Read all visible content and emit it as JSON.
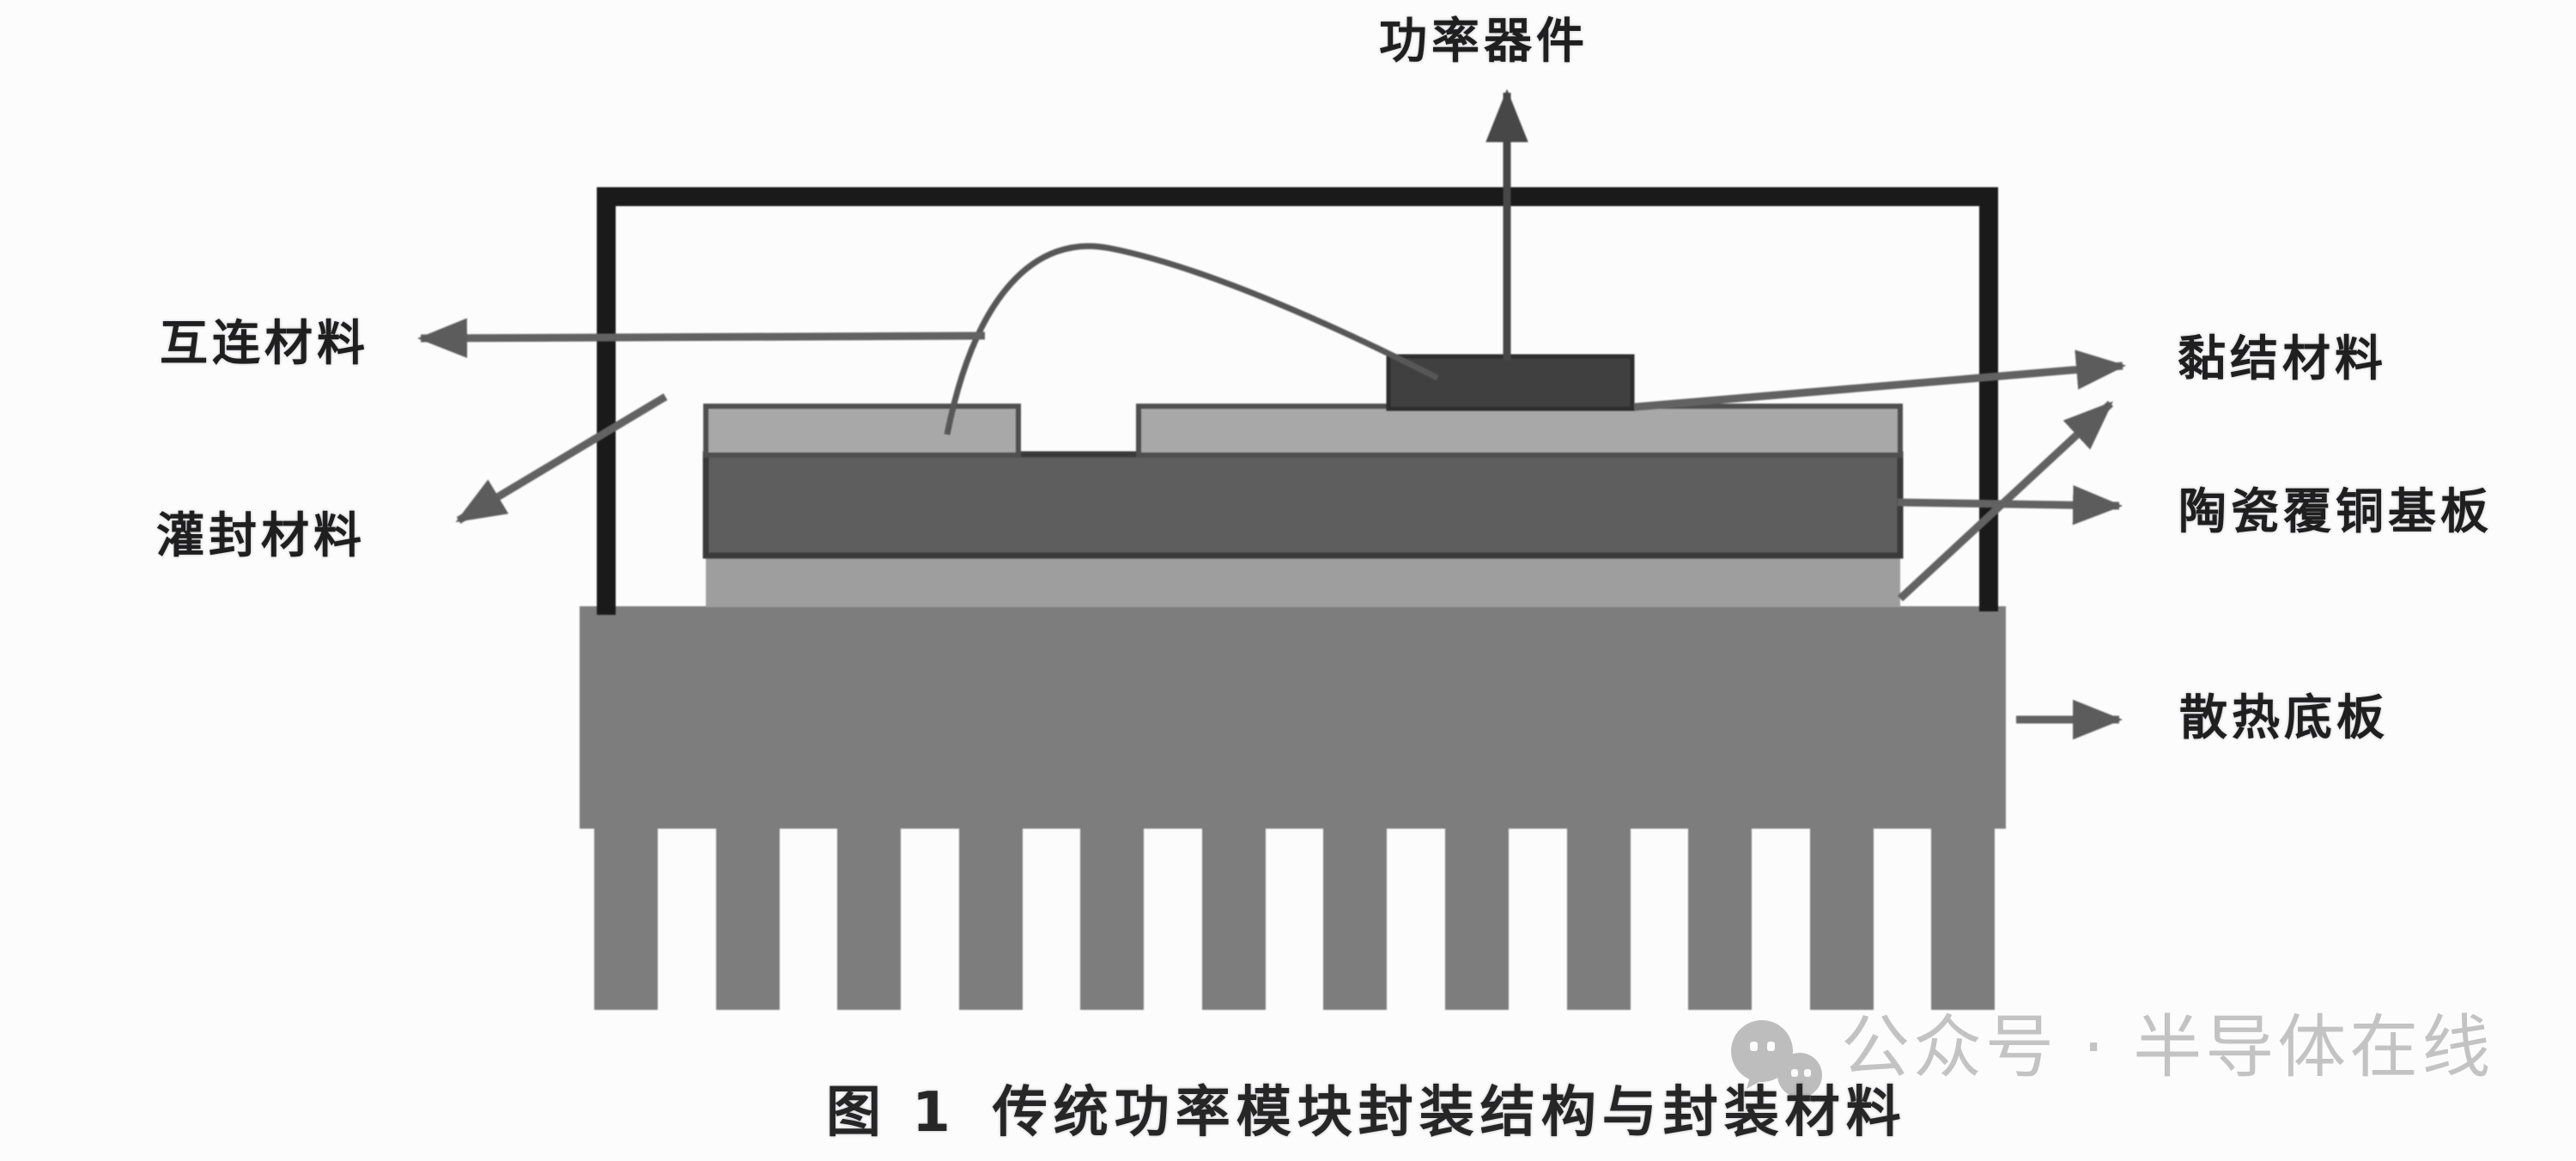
{
  "figure": {
    "caption": {
      "prefix": "图 1",
      "title": "传统功率模块封装结构与封装材料"
    }
  },
  "labels": {
    "power_device": "功率器件",
    "interconnect": "互连材料",
    "potting": "灌封材料",
    "bonding": "黏结材料",
    "dbc_substrate": "陶瓷覆铜基板",
    "baseplate": "散热底板"
  },
  "watermark": {
    "text": "公众号 · 半导体在线",
    "icon": "wechat-chat-bubbles-icon"
  },
  "colors": {
    "case_outline": "#1a1a1a",
    "heatsink": "#7d7d7d",
    "ceramic_layer": "#5e5e5e",
    "copper_top": "#a8a8a8",
    "copper_bottom": "#9e9e9e",
    "chip": "#404040",
    "leader_line": "#626262",
    "power_arrow": "#474747",
    "bond_wire": "#575757",
    "label_text": "#1f1f1f",
    "caption_text": "#262626",
    "watermark_gray": "#c3c3c3"
  }
}
